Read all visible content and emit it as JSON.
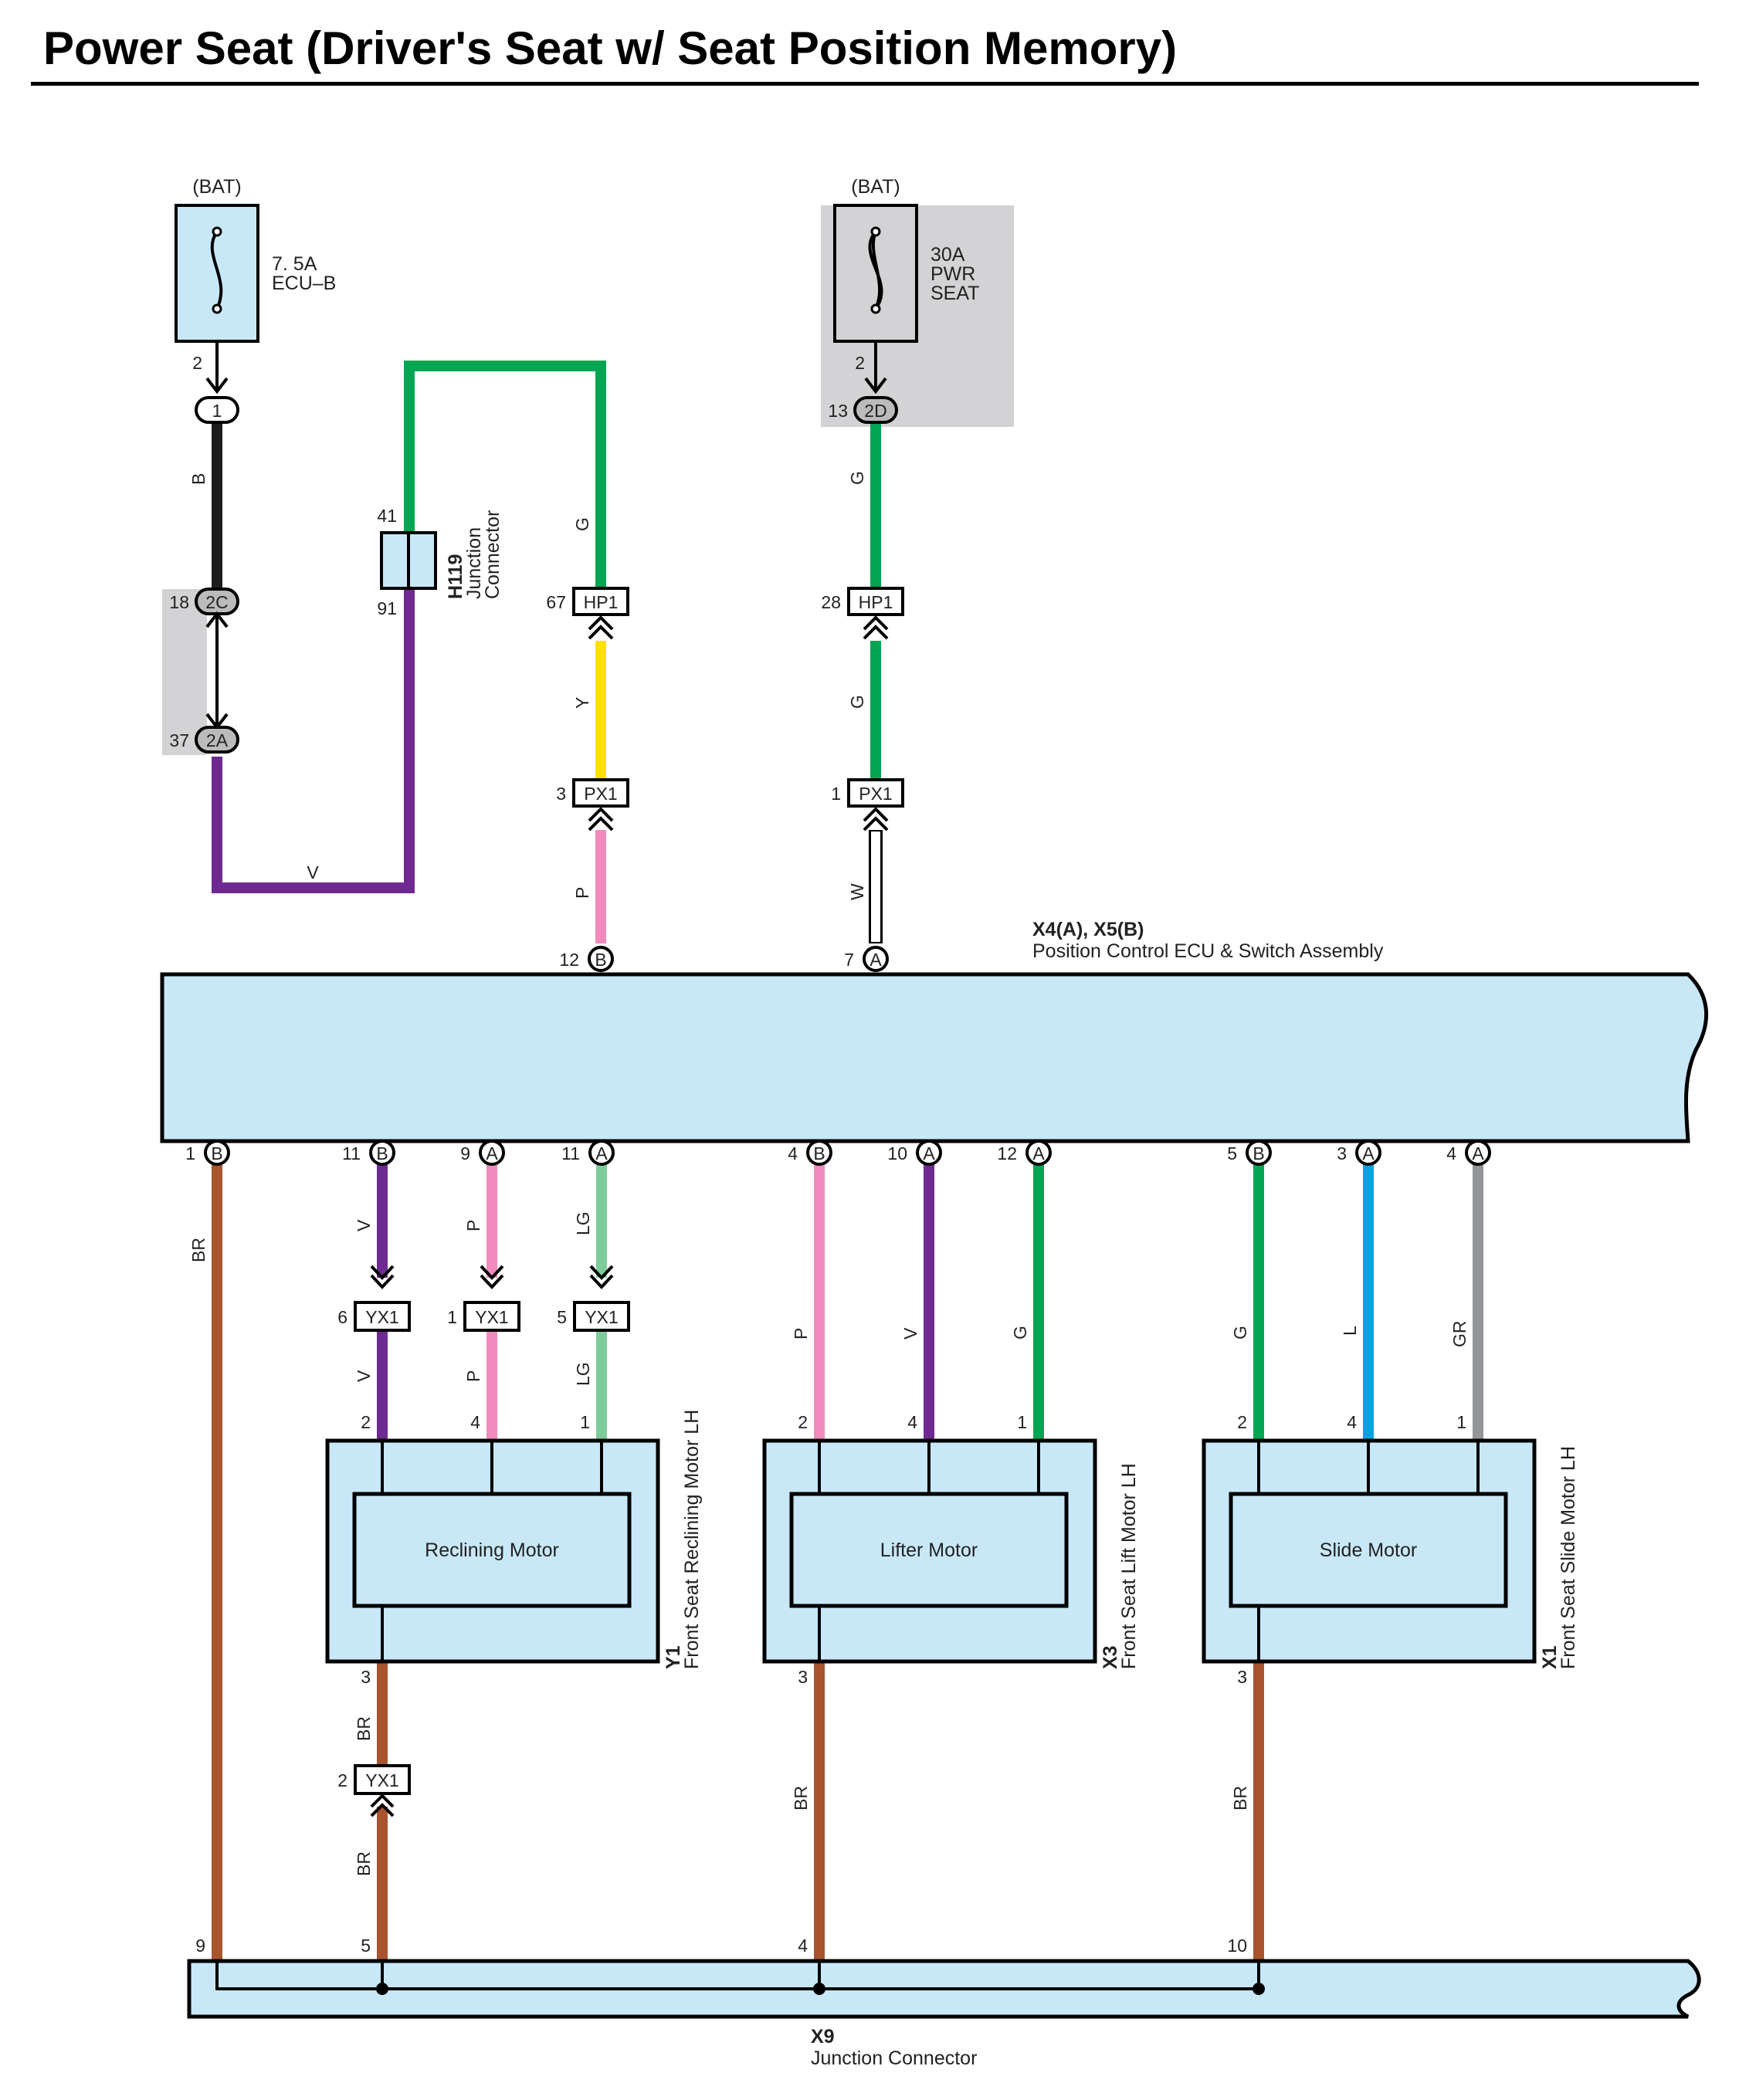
{
  "title": "Power Seat (Driver's Seat w/ Seat Position Memory)",
  "colors": {
    "B": "#1c1c1c",
    "V": "#6f2a91",
    "G": "#00a651",
    "Y": "#ffe000",
    "P": "#f28bbd",
    "W": "#ffffff",
    "LG": "#7fcc9a",
    "L": "#00a3e0",
    "GR": "#939598",
    "BR": "#a8542e",
    "component_fill": "#c8e8f8",
    "highlight": "#d3d3d5"
  },
  "fuses": {
    "ecu_b": {
      "source": "(BAT)",
      "rating": "7. 5A",
      "name": "ECU–B",
      "pin": "2"
    },
    "pwr_seat": {
      "source": "(BAT)",
      "rating": "30A",
      "name_line1": "PWR",
      "name_line2": "SEAT",
      "pin": "2"
    }
  },
  "junction_h119": {
    "code": "H119",
    "line1": "Junction",
    "line2": "Connector",
    "pin_top": "41",
    "pin_bottom": "91"
  },
  "ecu": {
    "codes": "X4(A), X5(B)",
    "name": "Position Control ECU & Switch Assembly"
  },
  "connectors": {
    "c1": "1",
    "c2C": "2C",
    "c2A": "2A",
    "c2D": "2D",
    "HP1": "HP1",
    "PX1": "PX1",
    "YX1": "YX1",
    "pinA": "A",
    "pinB": "B"
  },
  "pins": {
    "c1_top": "",
    "c2C": "18",
    "c2A": "37",
    "c2D": "13",
    "hp1_left": "67",
    "hp1_right": "28",
    "px1_left": "3",
    "px1_right": "1",
    "ecu_top_left": "12",
    "ecu_top_right": "7",
    "ecu_b1": "1",
    "ecu_b11": "11",
    "ecu_a9": "9",
    "ecu_a11": "11",
    "ecu_b4": "4",
    "ecu_a10": "10",
    "ecu_a12": "12",
    "ecu_b5": "5",
    "ecu_a3": "3",
    "ecu_a4": "4",
    "yx1_v": "6",
    "yx1_p": "1",
    "yx1_lg": "5",
    "yx1_br": "2",
    "rec_2": "2",
    "rec_4": "4",
    "rec_1": "1",
    "rec_3": "3",
    "lif_2": "2",
    "lif_4": "4",
    "lif_1": "1",
    "lif_3": "3",
    "sli_2": "2",
    "sli_4": "4",
    "sli_1": "1",
    "sli_3": "3",
    "x9_9": "9",
    "x9_5": "5",
    "x9_4": "4",
    "x9_10": "10"
  },
  "wire_labels": {
    "B": "B",
    "V": "V",
    "G": "G",
    "Y": "Y",
    "P": "P",
    "W": "W",
    "LG": "LG",
    "L": "L",
    "GR": "GR",
    "BR": "BR"
  },
  "motors": {
    "recline": {
      "inner": "Reclining Motor",
      "code": "Y1",
      "name": "Front Seat Reclining Motor LH"
    },
    "lifter": {
      "inner": "Lifter Motor",
      "code": "X3",
      "name": "Front Seat Lift Motor LH"
    },
    "slide": {
      "inner": "Slide Motor",
      "code": "X1",
      "name": "Front Seat Slide Motor LH"
    }
  },
  "x9": {
    "code": "X9",
    "name": "Junction Connector"
  }
}
